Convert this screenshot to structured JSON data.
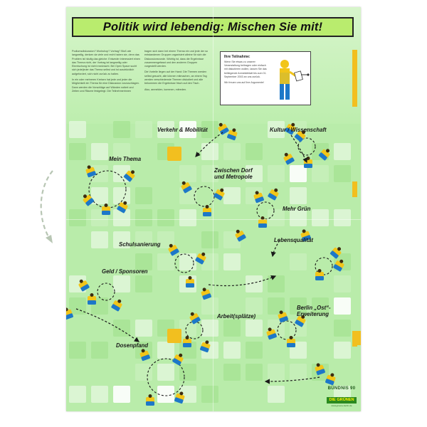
{
  "poster": {
    "title": "Politik wird lebendig: Mischen Sie mit!",
    "intro_paragraphs": [
      "Podiumsdiskussion? Workshop? Vortrag? Bloß wie langweilig, denken da viele und recht haben sie, denn das Problem ist häufig das gleiche: Entweder interessiert einen das Thema nicht, der Vortrag ist langweilig oder Einmischung ist nicht erwünscht. Bei Open Space sucht sich jede/jeder das Thema selbst und ist ausdrücklich aufgefordert, sich nicht zurück zu halten.",
      "In ein oder mehreren Kreisen hat jede und jeder die Möglichkeit ein Thema für eine Diskussion vorzuschlagen. Dann werden die Vorschläge auf Wänden notiert und Zeiten und Räume festgelegt. Die Teilnehmerinnen"
    ],
    "middle_paragraphs": [
      "tragen sich dann bei einem Thema ein und jede der so entstandenen Gruppen organisiert alleine für sich die Diskussionsrunde. Wichtig ist, dass die Ergebnisse zusammengefasst und den anderen Gruppen vorgestellt werden.",
      "Die Vorteile liegen auf der Hand: Die Themen werden selbst gesucht, alle können mitmachen, an einem Tag werden verschiedenste Themen diskutiert und alle bekommen die Ergebnisse frisch auf den Tisch.",
      "Also, anmelden, kommen, mitreden."
    ],
    "info_box": {
      "title": "Ihre Teilnahme:",
      "text": "Wenn Sie etwas zu unserer Veranstaltung beitragen oder einfach mit diskutieren wollen, lassen Sie das beiliegende Anmeldeblatt bis zum 01. September 2003 an uns zurück.",
      "closing": "Wir freuen uns auf Ihre Argumente!"
    },
    "topics": {
      "verkehr": "Verkehr & Mobilität",
      "kultur": "Kultur / Wissenschaft",
      "mein_thema": "Mein Thema",
      "dorf_1": "Zwischen Dorf",
      "dorf_2": "und Metropole",
      "gruen": "Mehr Grün",
      "schule": "Schulsanierung",
      "lebensqualitaet": "Lebensqualität",
      "geld": "Geld / Sponsoren",
      "arbeit": "Arbeit(splätze)",
      "berlin_1": "Berlin „Ost“-",
      "berlin_2": "Erweiterung",
      "dosenpfand": "Dosenpfand"
    },
    "logo": {
      "line1": "BÜNDNIS 90",
      "line2": "DIE GRÜNEN",
      "line3": "www.gruene-berlin.de"
    },
    "colors": {
      "board_green": "#b9ecaa",
      "title_green": "#b9ec6e",
      "person_yellow": "#f2c519",
      "person_blue": "#1d78c8",
      "accent_yellow": "#f2bf1f",
      "party_green": "#2a8a1f"
    }
  }
}
